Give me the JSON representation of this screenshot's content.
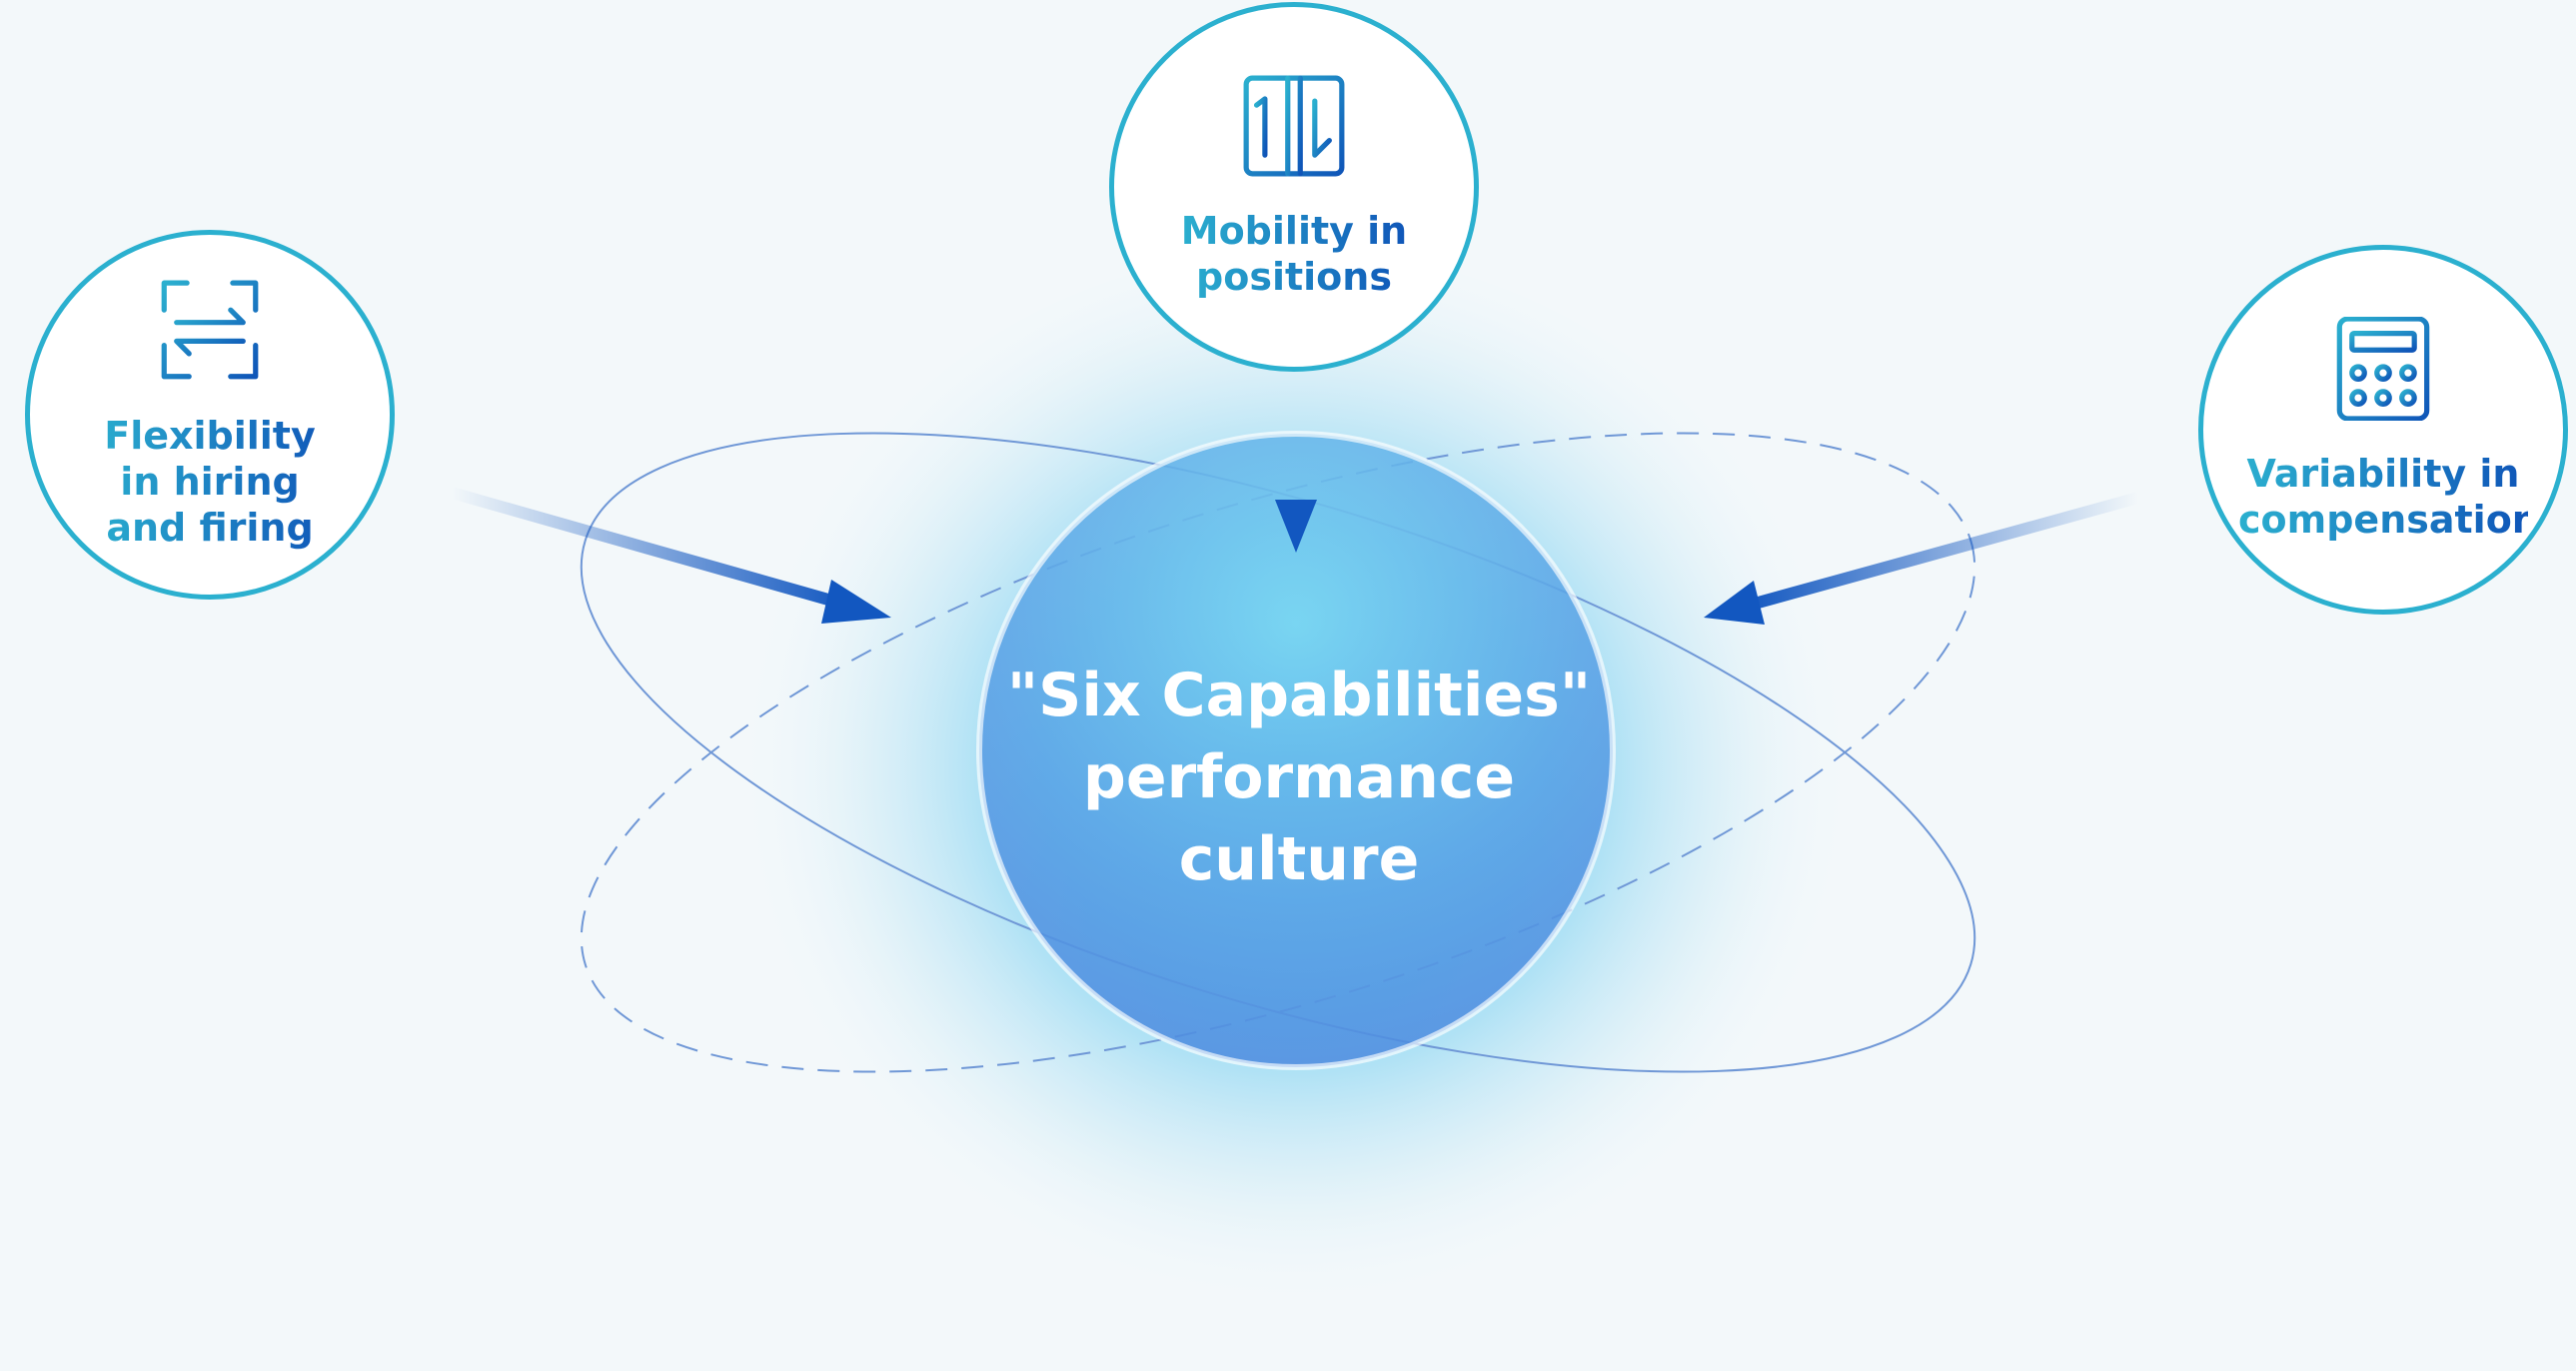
{
  "center": {
    "line1": "\"Six Capabilities\"",
    "line2": "performance",
    "line3": "culture"
  },
  "nodes": [
    {
      "id": "left",
      "label": "Flexibility in hiring and firing",
      "icon": "swap-arrows-frame-icon"
    },
    {
      "id": "top",
      "label": "Mobility in positions",
      "icon": "elevator-doors-icon"
    },
    {
      "id": "right",
      "label": "Variability in compensation",
      "icon": "calculator-icon"
    }
  ],
  "colors": {
    "ring": "#2bb0cf",
    "accent_dark": "#0f55b8",
    "glow": "#5fd0ef",
    "background": "#f3f8fa"
  }
}
